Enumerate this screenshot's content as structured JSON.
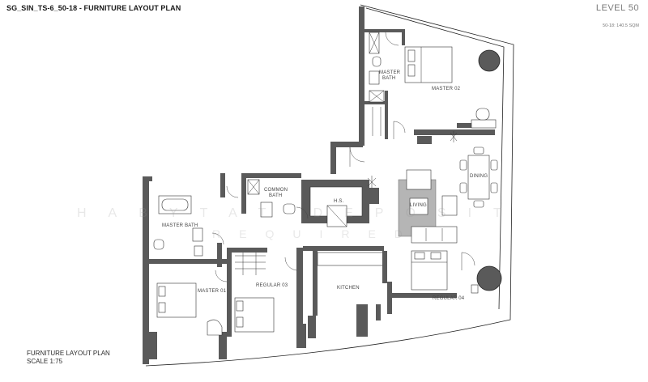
{
  "header": {
    "doc_title": "SG_SIN_TS-6_50-18 - FURNITURE LAYOUT PLAN",
    "level": "LEVEL 50",
    "area_note": "50-18: 140.5 SQM"
  },
  "footer": {
    "plan_name": "FURNITURE LAYOUT PLAN",
    "scale": "SCALE 1:75"
  },
  "watermark": {
    "line1": "HABYTAT DEPOSIT",
    "line2": "REQUIRED"
  },
  "rooms": {
    "master_bath_top_1": "MASTER",
    "master_bath_top_2": "BATH",
    "master_02": "MASTER 02",
    "dining": "DINING",
    "living": "LIVING",
    "common_bath_1": "COMMON",
    "common_bath_2": "BATH",
    "hs": "H.S.",
    "master_bath_left": "MASTER BATH",
    "master_01": "MASTER 01",
    "regular_03": "REGULAR 03",
    "kitchen": "KITCHEN",
    "regular_04": "REGULAR  04"
  },
  "colors": {
    "wall": "#5a5a5a",
    "living_rug": "#b5b5b5",
    "line": "#222222"
  }
}
